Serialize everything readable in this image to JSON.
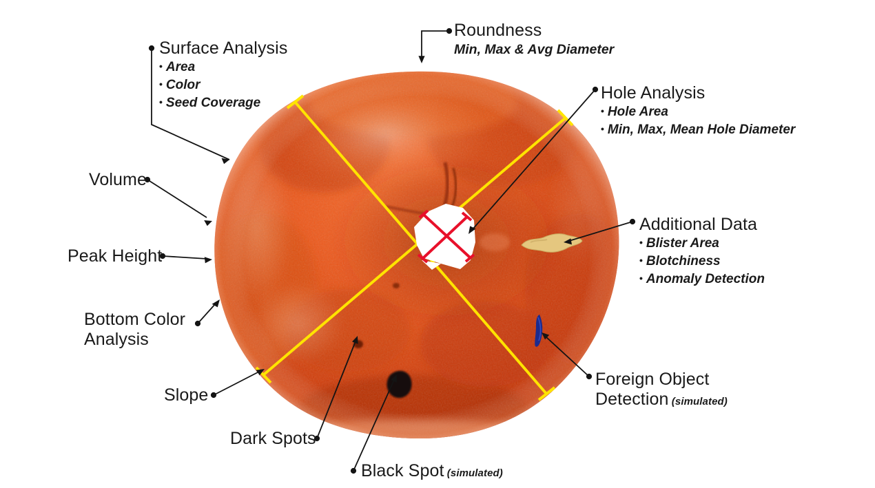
{
  "title": "Bagel Inspection Annotated Diagram",
  "subject": {
    "name": "bagel-photograph",
    "description": "Top-down photo of an orange-brown bagel with measurement overlays"
  },
  "overlays": {
    "roundness_lines_color": "#FFE400",
    "hole_lines_color": "#E8102A",
    "hole_fill_color": "#FFFFFF",
    "blister_color": "#E3C67F",
    "foreign_object_color": "#1B2A8C",
    "black_spot_color": "#1A0B06",
    "leader_color": "#141414"
  },
  "annotations": [
    {
      "id": "surface-analysis",
      "heading": "Surface Analysis",
      "items": [
        "Area",
        "Color",
        "Seed Coverage"
      ]
    },
    {
      "id": "roundness",
      "heading": "Roundness",
      "subtitle": "Min, Max & Avg Diameter",
      "items": []
    },
    {
      "id": "hole-analysis",
      "heading": "Hole Analysis",
      "items": [
        "Hole Area",
        "Min, Max, Mean Hole Diameter"
      ]
    },
    {
      "id": "additional-data",
      "heading": "Additional Data",
      "items": [
        "Blister Area",
        "Blotchiness",
        "Anomaly Detection"
      ]
    },
    {
      "id": "volume",
      "heading": "Volume",
      "items": []
    },
    {
      "id": "peak-height",
      "heading": "Peak Height",
      "items": []
    },
    {
      "id": "bottom-color-analysis",
      "heading_line1": "Bottom Color",
      "heading_line2": "Analysis",
      "items": []
    },
    {
      "id": "slope",
      "heading": "Slope",
      "items": []
    },
    {
      "id": "dark-spots",
      "heading": "Dark Spots",
      "items": []
    },
    {
      "id": "black-spot",
      "heading": "Black Spot",
      "note": "(simulated)",
      "items": []
    },
    {
      "id": "foreign-object-detection",
      "heading_line1": "Foreign Object",
      "heading_line2": "Detection",
      "note": "(simulated)",
      "items": []
    }
  ]
}
